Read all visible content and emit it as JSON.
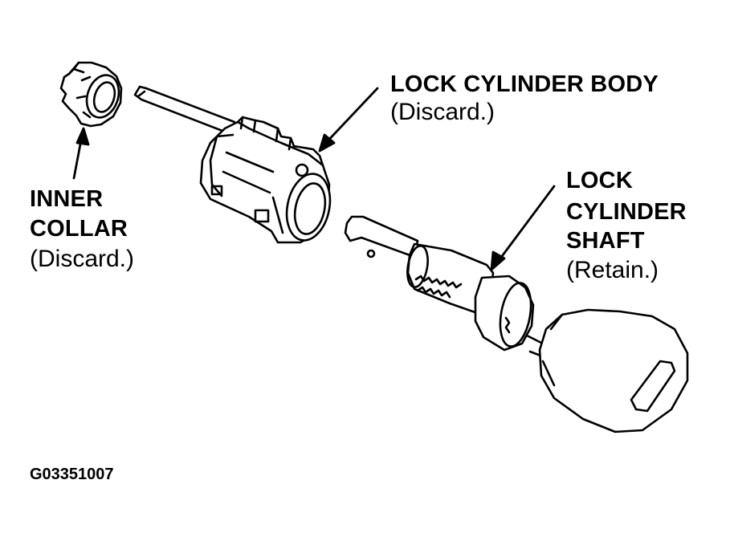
{
  "labels": {
    "inner_collar": {
      "line1": "INNER",
      "line2": "COLLAR",
      "note": "(Discard.)"
    },
    "lock_cylinder_body": {
      "line1": "LOCK CYLINDER BODY",
      "note": "(Discard.)"
    },
    "lock_cylinder_shaft": {
      "line1": "LOCK",
      "line2": "CYLINDER",
      "line3": "SHAFT",
      "note": "(Retain.)"
    }
  },
  "figure_id": "G03351007"
}
